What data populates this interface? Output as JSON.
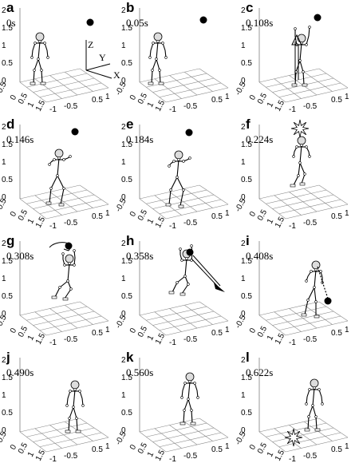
{
  "figure": {
    "z_ticks": [
      "2",
      "1.5",
      "1",
      "0.5",
      "0"
    ],
    "y_axis_ticks": [
      "-0.5",
      "0",
      "0.5",
      "1",
      "1.5"
    ],
    "x_axis_ticks": [
      "-1",
      "-0.5",
      "0",
      "0.5",
      "1"
    ],
    "triad_labels": {
      "z": "Z",
      "y": "Y",
      "x": "X"
    }
  },
  "panels": [
    {
      "label": "a",
      "time": "0s"
    },
    {
      "label": "b",
      "time": "0.05s"
    },
    {
      "label": "c",
      "time": "0.108s"
    },
    {
      "label": "d",
      "time": "0.146s"
    },
    {
      "label": "e",
      "time": "0.184s"
    },
    {
      "label": "f",
      "time": "0.224s"
    },
    {
      "label": "g",
      "time": "0.308s"
    },
    {
      "label": "h",
      "time": "0.358s"
    },
    {
      "label": "i",
      "time": "0.408s"
    },
    {
      "label": "j",
      "time": "0.490s"
    },
    {
      "label": "k",
      "time": "0.560s"
    },
    {
      "label": "l",
      "time": "0.622s"
    }
  ]
}
